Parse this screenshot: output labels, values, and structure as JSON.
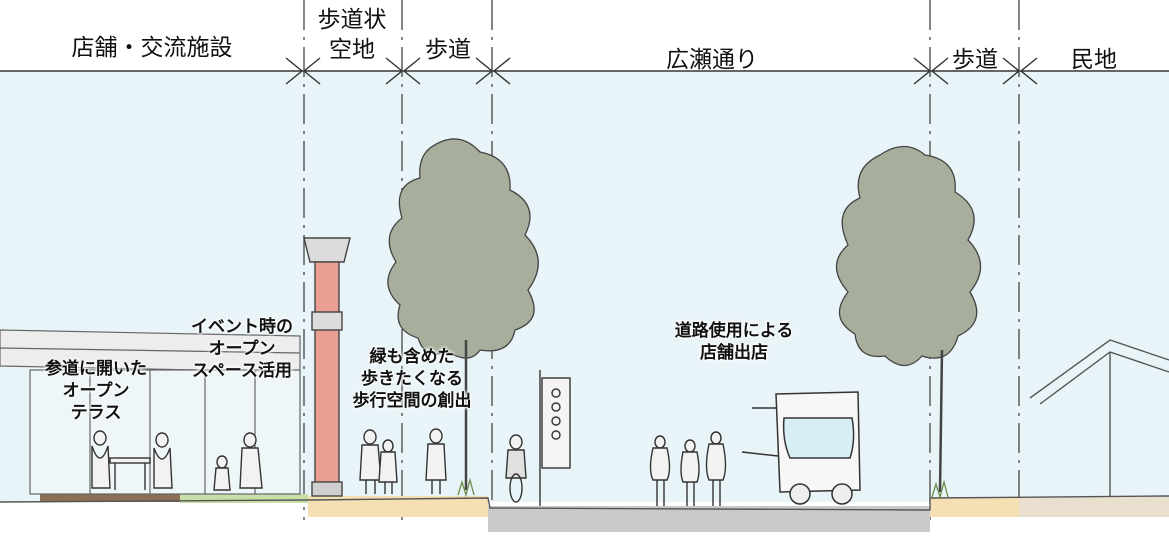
{
  "zones": [
    {
      "id": "shop",
      "label": "店舗・交流施設"
    },
    {
      "id": "open-space",
      "label": "歩道状\n空地"
    },
    {
      "id": "sidewalk-left",
      "label": "歩道"
    },
    {
      "id": "road",
      "label": "広瀬通り"
    },
    {
      "id": "sidewalk-right",
      "label": "歩道"
    },
    {
      "id": "private-land",
      "label": "民地"
    }
  ],
  "notes": [
    {
      "id": "terrace",
      "text": "参道に開いた\nオープン\nテラス"
    },
    {
      "id": "event",
      "text": "イベント時の\nオープン\nスペース活用"
    },
    {
      "id": "green",
      "text": "緑も含めた\n歩きたくなる\n歩行空間の創出"
    },
    {
      "id": "road-use",
      "text": "道路使用による\n店舗出店"
    }
  ],
  "colors": {
    "sky": "#e9f4f8",
    "tree": "#a7af9c",
    "pillar": "#e9a092",
    "sidewalk": "#f5dfb5",
    "road": "#c9c9c9",
    "grass": "#c9dfa8",
    "deck": "#8d6f55"
  }
}
